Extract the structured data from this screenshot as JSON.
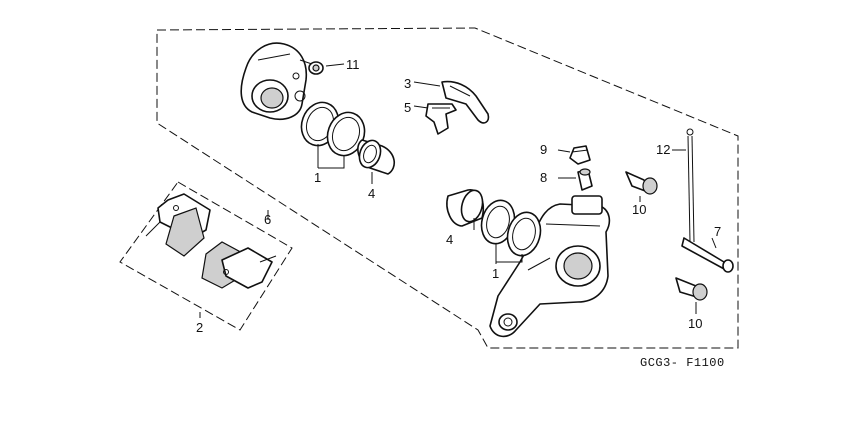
{
  "diagram": {
    "code": "GCG3- F1100",
    "callouts": {
      "c1a": "1",
      "c1b": "1",
      "c2": "2",
      "c3": "3",
      "c4a": "4",
      "c4b": "4",
      "c5": "5",
      "c6": "6",
      "c7": "7",
      "c8": "8",
      "c9": "9",
      "c10a": "10",
      "c10b": "10",
      "c11": "11",
      "c12": "12"
    }
  }
}
